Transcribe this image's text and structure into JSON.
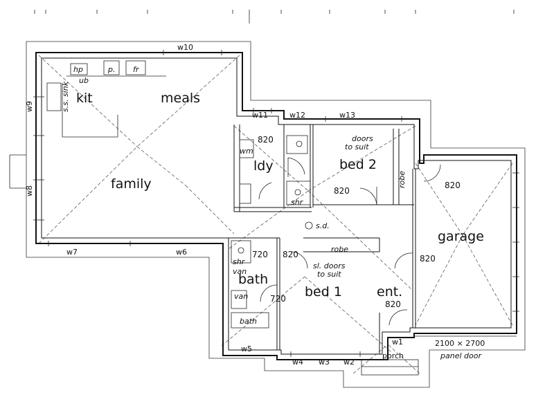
{
  "rooms": {
    "kit": "kit",
    "meals": "meals",
    "family": "family",
    "ldy": "ldy",
    "bed2": "bed 2",
    "bath": "bath",
    "bed1": "bed 1",
    "ent": "ent.",
    "garage": "garage",
    "porch": "porch"
  },
  "fixtures": {
    "hp": "hp",
    "ub": "ub",
    "p": "p.",
    "fr": "fr",
    "sink": "s.s. sink",
    "wm": "wm",
    "shr_ldy": "shr",
    "shr_bath": "shr",
    "van": "van",
    "van2": "van",
    "bath_tub": "bath",
    "robe_bed2": "robe",
    "robe_bed1": "robe",
    "sd": "s.d."
  },
  "notes": {
    "doors_to_suit_1": "doors",
    "doors_to_suit_2": "to suit",
    "sl_doors_1": "sl. doors",
    "sl_doors_2": "to suit",
    "panel_size": "2100 × 2700",
    "panel_door": "panel door"
  },
  "windows": {
    "w1": "w1",
    "w2": "w2",
    "w3": "w3",
    "w4": "w4",
    "w5": "w5",
    "w6": "w6",
    "w7": "w7",
    "w8": "w8",
    "w9": "w9",
    "w10": "w10",
    "w11": "w11",
    "w12": "w12",
    "w13": "w13"
  },
  "dimensions": {
    "d820_ldy": "820",
    "d820_bed2": "820",
    "d820_garage": "820",
    "d720_bath": "720",
    "d820_bed1": "820",
    "d820_garage2": "820",
    "d720_bath2": "720",
    "d820_ent": "820"
  }
}
